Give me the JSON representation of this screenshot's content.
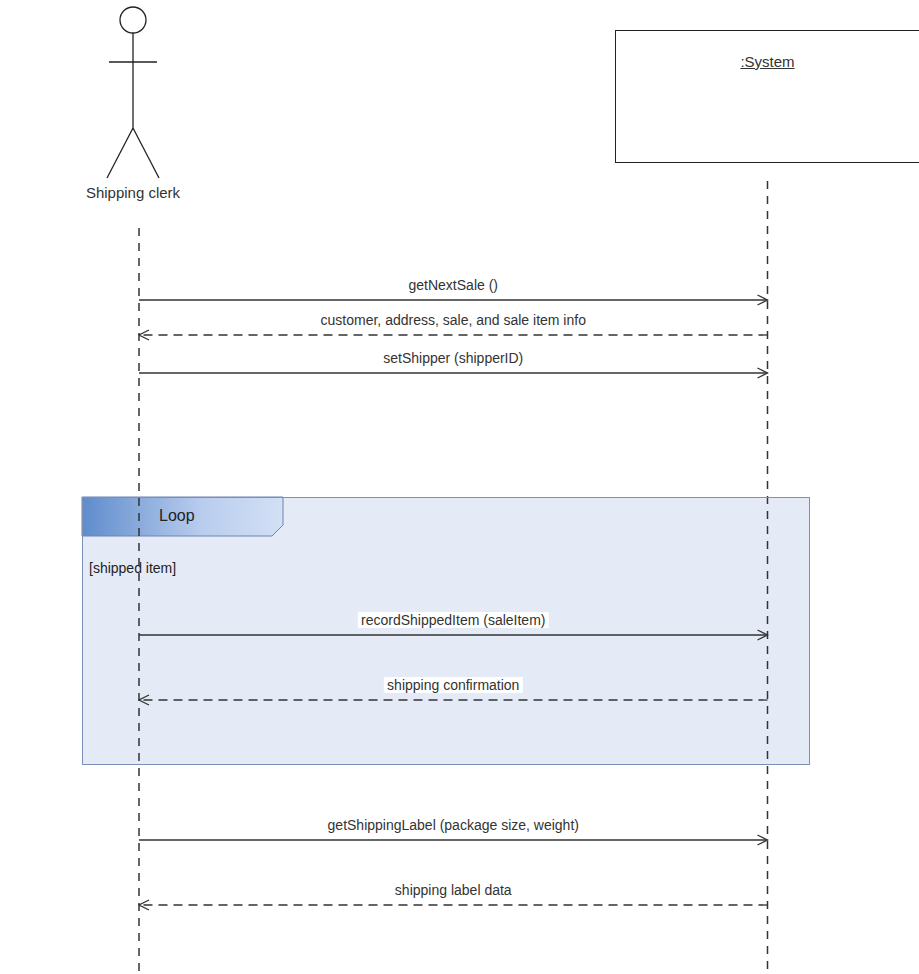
{
  "diagram": {
    "nodes": [
      {
        "text": [
          "Shipping clerk"
        ]
      },
      {
        "text": [
          ":System"
        ]
      },
      {
        "text": [
          "Loop",
          "[shipped item]"
        ]
      }
    ],
    "edges": [
      {
        "from": 0,
        "to": 1,
        "arrow": "to",
        "label": "getNextSale ()"
      },
      {
        "from": 1,
        "to": 0,
        "arrow": "to",
        "label": "customer, address, sale, and sale item info"
      },
      {
        "from": 0,
        "to": 1,
        "arrow": "to",
        "label": "setShipper (shipperID)"
      },
      {
        "from": 0,
        "to": 1,
        "arrow": "to",
        "label": "recordShippedItem (saleItem)"
      },
      {
        "from": 1,
        "to": 0,
        "arrow": "to",
        "label": "shipping confirmation"
      },
      {
        "from": 0,
        "to": 1,
        "arrow": "to",
        "label": "getShippingLabel (package size, weight)"
      },
      {
        "from": 1,
        "to": 0,
        "arrow": "to",
        "label": "shipping label data"
      }
    ]
  }
}
